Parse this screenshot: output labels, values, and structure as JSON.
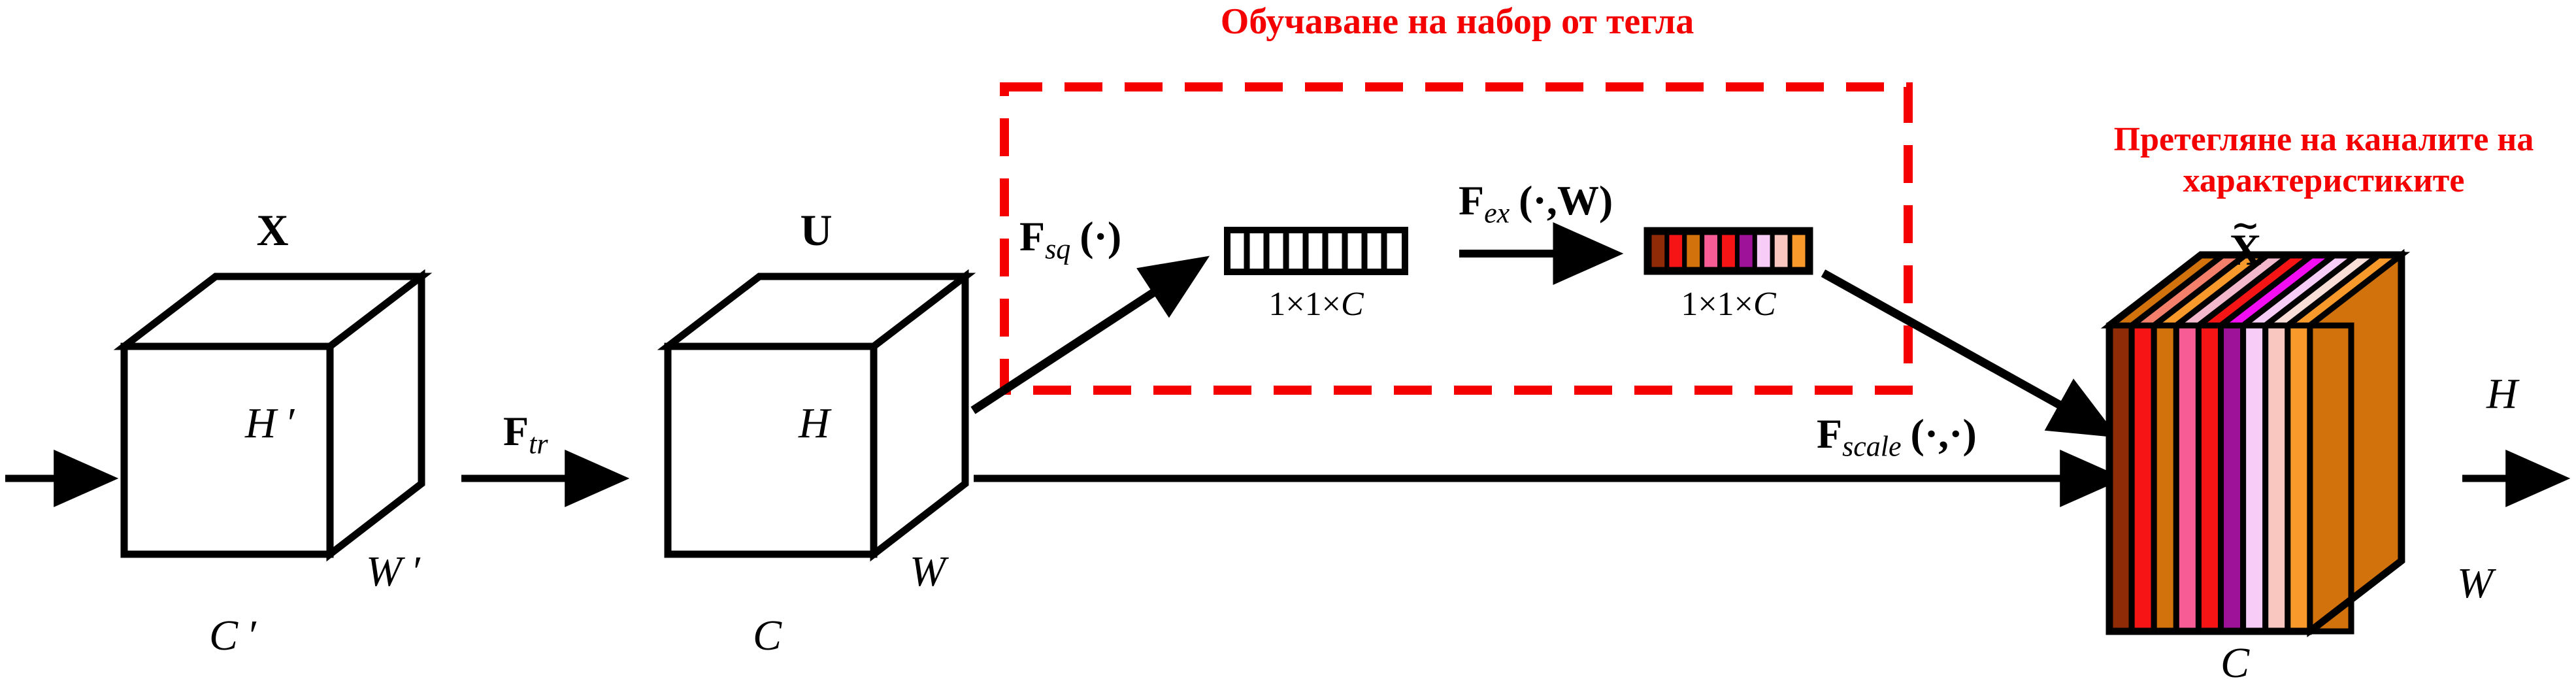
{
  "figure": {
    "title_left": "Обучаване на набор от тегла",
    "title_right_line1": "Претегляне на каналите на",
    "title_right_line2": "характеристиките",
    "accent_red": "#f40000",
    "dashed_box_color": "#f40000",
    "stroke_color": "#000000",
    "background": "#ffffff"
  },
  "input_cube": {
    "name": "X",
    "height_label": "H ′",
    "width_label": "W ′",
    "channel_label": "C ′"
  },
  "transform_arrow": {
    "symbol": "F",
    "subscript": "tr"
  },
  "mid_cube": {
    "name": "U",
    "height_label": "H",
    "width_label": "W",
    "channel_label": "C"
  },
  "squeeze": {
    "symbol": "F",
    "subscript": "sq",
    "args": "(·)",
    "strip_caption_prefix": "1×1×",
    "strip_caption_var": "C",
    "cells": 9
  },
  "excite": {
    "symbol": "F",
    "subscript": "ex",
    "args_open": "(·,",
    "args_w": "W",
    "args_close": ")",
    "strip_caption_prefix": "1×1×",
    "strip_caption_var": "C",
    "cells": 9,
    "colors": [
      "#8f2b06",
      "#f71414",
      "#d2720c",
      "#f75d94",
      "#f71414",
      "#9e1199",
      "#f7cdf7",
      "#f9c7c0",
      "#f79a2b"
    ]
  },
  "scale_arrow": {
    "symbol": "F",
    "subscript": "scale",
    "args": "(·,·)"
  },
  "output_cube": {
    "name": "X",
    "name_accent": "∼",
    "height_label": "H",
    "width_label": "W",
    "channel_label": "C",
    "front_colors": [
      "#8f2b06",
      "#f71414",
      "#d2720c",
      "#f75d94",
      "#f71414",
      "#9e1199",
      "#f7cdf7",
      "#f9c7c0",
      "#f79a2b"
    ],
    "side_color": "#d2720c",
    "top_colors": [
      "#d2720c",
      "#f4806b",
      "#f79a2b",
      "#f4b8cc",
      "#f71414",
      "#f20df2",
      "#f7cdf7",
      "#f9ded8",
      "#f79a2b"
    ]
  }
}
